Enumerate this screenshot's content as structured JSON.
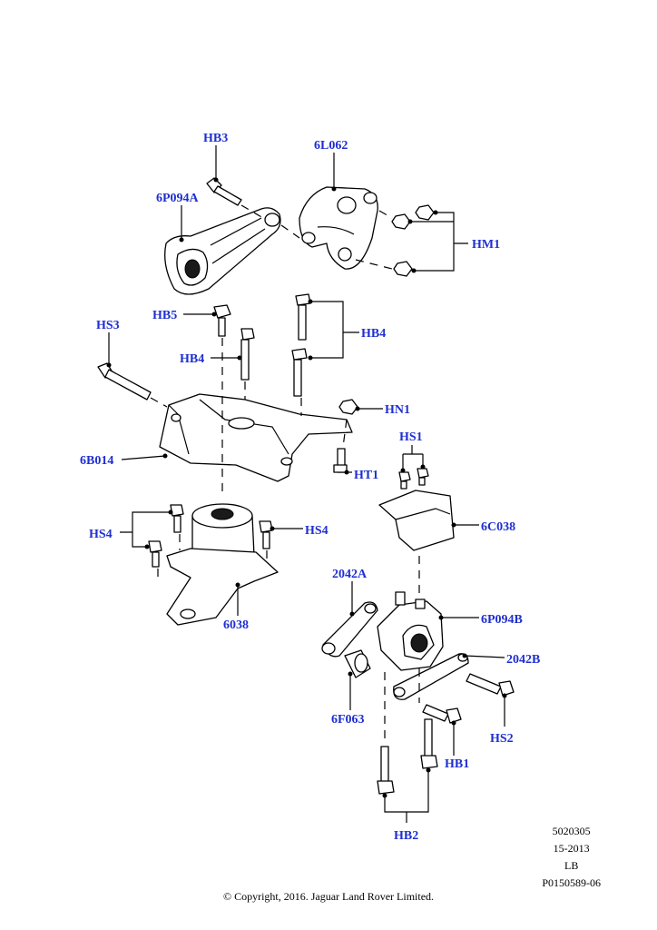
{
  "labels": {
    "HB3": "HB3",
    "6L062": "6L062",
    "6P094A": "6P094A",
    "HM1": "HM1",
    "HB5": "HB5",
    "HS3": "HS3",
    "HB4_a": "HB4",
    "HB4_b": "HB4",
    "HN1": "HN1",
    "6B014": "6B014",
    "HT1": "HT1",
    "HS1": "HS1",
    "HS4_a": "HS4",
    "HS4_b": "HS4",
    "6C038": "6C038",
    "2042A": "2042A",
    "6038": "6038",
    "6P094B": "6P094B",
    "2042B": "2042B",
    "6F063": "6F063",
    "HS2": "HS2",
    "HB1": "HB1",
    "HB2": "HB2"
  },
  "meta": {
    "code": "5020305",
    "date": "15-2013",
    "region": "LB",
    "ref": "P0150589-06"
  },
  "copyright": "© Copyright, 2016. Jaguar Land Rover Limited.",
  "colors": {
    "label": "#1f2fd0",
    "line": "#000000"
  }
}
